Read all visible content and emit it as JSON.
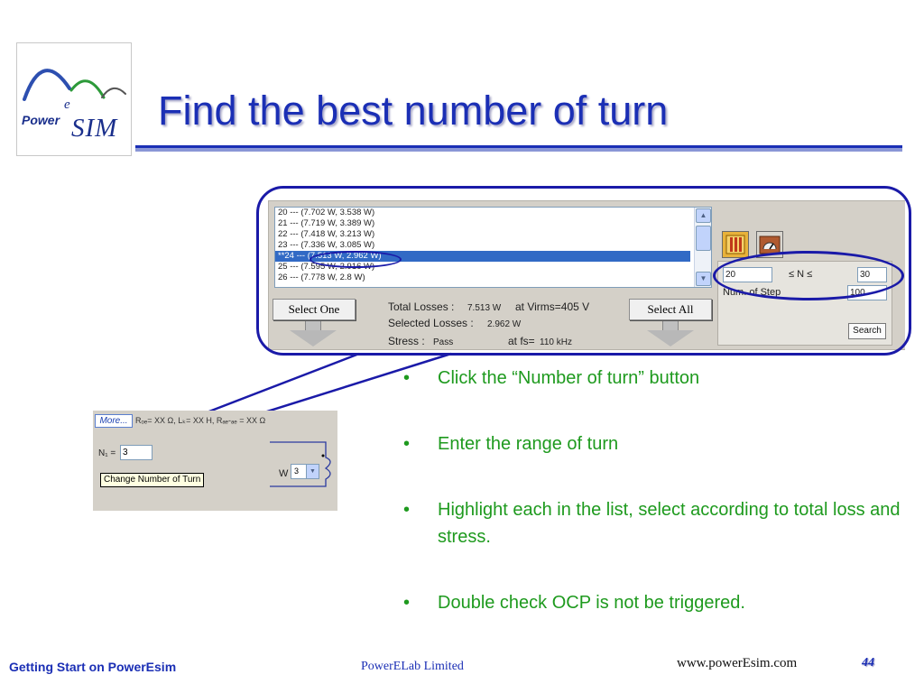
{
  "logo": {
    "word1": "Power",
    "superscript": "e",
    "word2": "SIM"
  },
  "title": "Find the best number of turn",
  "results": {
    "rows": [
      "20   --- (7.702 W, 3.538 W)",
      "21   --- (7.719 W, 3.389 W)",
      "22   --- (7.418 W, 3.213 W)",
      "23   --- (7.336 W, 3.085 W)",
      "**24   --- (7.513 W, 2.962 W)",
      "25   --- (7.595 W, 2.916 W)",
      "26   --- (7.778 W, 2.8 W)"
    ],
    "selected_index": 4
  },
  "buttons": {
    "select_one": "Select One",
    "select_all": "Select All",
    "search": "Search",
    "more": "More..."
  },
  "stats": {
    "total_losses_label": "Total Losses :",
    "total_losses_value": "7.513 W",
    "vrms_label": "at Virms=405 V",
    "selected_losses_label": "Selected Losses :",
    "selected_losses_value": "2.962 W",
    "stress_label": "Stress :",
    "stress_value": "Pass",
    "fs_label": "at fs=",
    "fs_value": "110 kHz"
  },
  "range": {
    "min": "20",
    "label": "≤ N ≤",
    "max": "30",
    "steps_label": "Num. of Step",
    "steps_value": "100"
  },
  "inset": {
    "params_text": "Rₒₑ= XX Ω, Lₖ= XX H, Rₐₑ-ₐₑ = XX Ω",
    "n1_label": "N₁ =",
    "n1_value": "3",
    "tooltip": "Change Number of Turn",
    "w_label": "W",
    "w_value": "3"
  },
  "bullets": [
    "Click the “Number of turn” button",
    "Enter the range of turn",
    "Highlight each in the list, select according to total loss and stress.",
    "Double check OCP is not be triggered."
  ],
  "bullet_symbol": "•",
  "footer": {
    "left": "Getting Start on PowerEsim",
    "center": "PowerELab Limited",
    "url": "www.powerEsim.com",
    "page": "44"
  },
  "colors": {
    "title_blue": "#1b2fb5",
    "bullet_green": "#1e9a1e",
    "highlight": "#1a1aa8",
    "list_selected": "#316ac5"
  }
}
